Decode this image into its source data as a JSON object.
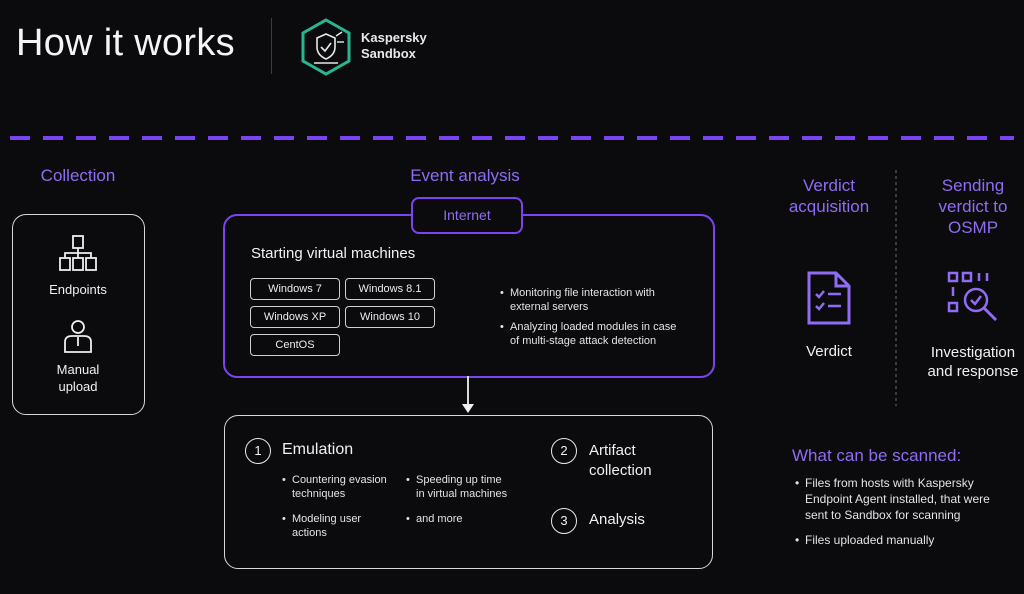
{
  "header": {
    "title": "How it works",
    "logo_line1": "Kaspersky",
    "logo_line2": "Sandbox"
  },
  "collection": {
    "heading": "Collection",
    "endpoints": "Endpoints",
    "manual_line1": "Manual",
    "manual_line2": "upload"
  },
  "event_analysis": {
    "heading": "Event analysis",
    "internet": "Internet",
    "vm_title": "Starting virtual machines",
    "os": [
      "Windows 7",
      "Windows 8.1",
      "Windows XP",
      "Windows 10",
      "CentOS"
    ],
    "bullets": [
      [
        "Monitoring file interaction with",
        "external servers"
      ],
      [
        "Analyzing loaded modules in case",
        "of multi-stage attack detection"
      ]
    ]
  },
  "stages": {
    "emulation_num": "1",
    "emulation": "Emulation",
    "emu_bullets": [
      [
        "Countering evasion",
        "techniques"
      ],
      [
        "Speeding up time",
        "in virtual machines"
      ],
      [
        "Modeling user",
        "actions"
      ],
      [
        "and more"
      ]
    ],
    "artifact_num": "2",
    "artifact_line1": "Artifact",
    "artifact_line2": "collection",
    "analysis_num": "3",
    "analysis": "Analysis"
  },
  "verdict": {
    "heading_line1": "Verdict",
    "heading_line2": "acquisition",
    "label": "Verdict"
  },
  "sending": {
    "heading_line1": "Sending",
    "heading_line2": "verdict to",
    "heading_line3": "OSMP",
    "label_line1": "Investigation",
    "label_line2": "and response"
  },
  "scan": {
    "heading": "What can be scanned:",
    "items": [
      [
        "Files from hosts with Kaspersky",
        "Endpoint Agent installed, that were",
        "sent to Sandbox for scanning"
      ],
      [
        "Files uploaded manually"
      ]
    ]
  },
  "colors": {
    "accent": "#8f6cf3",
    "box_purple": "#7a45f0",
    "logo_teal": "#2bb58f"
  }
}
